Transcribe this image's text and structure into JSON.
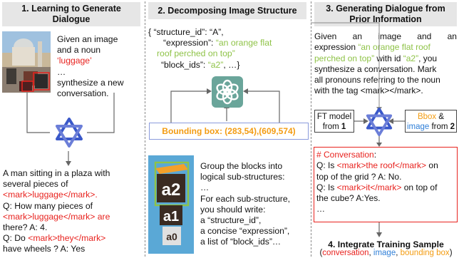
{
  "panel1": {
    "title": "1. Learning to Generate Dialogue",
    "prompt_lines": [
      "Given an image",
      "and a noun",
      "‘luggage’",
      "…",
      "synthesize a new",
      "conversation."
    ],
    "dialogue": [
      "A man sitting in a plaza with",
      "several pieces of",
      "<mark>luggage</mark>.",
      "Q: How many pieces of",
      "<mark>luggage</mark> are",
      "there? A: 4.",
      "Q: Do ",
      "<mark>they</mark>",
      "have wheels ? A: Yes",
      "…"
    ]
  },
  "panel2": {
    "title": "2. Decomposing Image Structure",
    "json_line1": "{   “structure_id”: “A”,",
    "json_line2": "“expression”: ",
    "json_expr1": "“an orange flat",
    "json_expr2": "roof perched on top”",
    "json_line3": "“block_ids”: ",
    "json_ids": "“a2”",
    "json_tail": ", …}",
    "bbox_label": "Bounding box: (283,54),(609,574)",
    "instructions": [
      "Group the blocks into",
      "logical sub-structures:",
      "…",
      "For each sub-structure,",
      "you should write:",
      "a “structure_id”,",
      "a concise “expression”,",
      "a list of “block_ids”…"
    ],
    "blocks": [
      "a2",
      "a1",
      "a0"
    ]
  },
  "panel3": {
    "title_line1": "3. Generating Dialogue from",
    "title_line2": "Prior Information",
    "desc": {
      "l1a": "Given",
      "l1b": "an",
      "l1c": "image",
      "l1d": "and",
      "l1e": "an",
      "l2a": "expression ",
      "l2b": "“an orange flat roof",
      "l3a": "perched on top”",
      "l3b": " with id ",
      "l3c": "“a2”",
      "l3d": ", you",
      "l4": "synthesize a conversation. Mark",
      "l5": "all pronouns referring to the noun",
      "l6": "with the tag <mark></mark>."
    },
    "ft_model_line1": "FT model",
    "ft_model_line2a": "from ",
    "ft_model_line2b": "1",
    "bbox_image_line1a": "Bbox",
    "bbox_image_line1b": " &",
    "bbox_image_line2a": "image",
    "bbox_image_line2b": " from ",
    "bbox_image_line2c": "2",
    "conversation": {
      "header_a": "# ",
      "header_b": "Conversation",
      "q1a": "Q: Is ",
      "q1b": "<mark>the roof</mark>",
      "q1c": " on",
      "q1d": "top of the grid ? A: No.",
      "q2a": "Q: Is ",
      "q2b": "<mark>it</mark>",
      "q2c": " on top of",
      "q2d": "the cube? A:Yes.",
      "ellipsis": "…"
    },
    "integrate_title": "4. Integrate Training Sample",
    "integrate_a": "(",
    "integrate_b": "conversation",
    "integrate_c": ", ",
    "integrate_d": "image",
    "integrate_e": ", ",
    "integrate_f": "bounding box",
    "integrate_g": ")"
  },
  "colors": {
    "highlight_red": "#e8231f",
    "expression_green": "#8fc348",
    "bbox_orange": "#f39c12",
    "image_blue": "#2f7fd8",
    "title_bg": "#e6e6e6",
    "logo_green": "#6aa59a"
  },
  "icons": [
    "venice-photo",
    "star-of-david-model-icon",
    "openai-logo-icon",
    "block-stack-image"
  ]
}
